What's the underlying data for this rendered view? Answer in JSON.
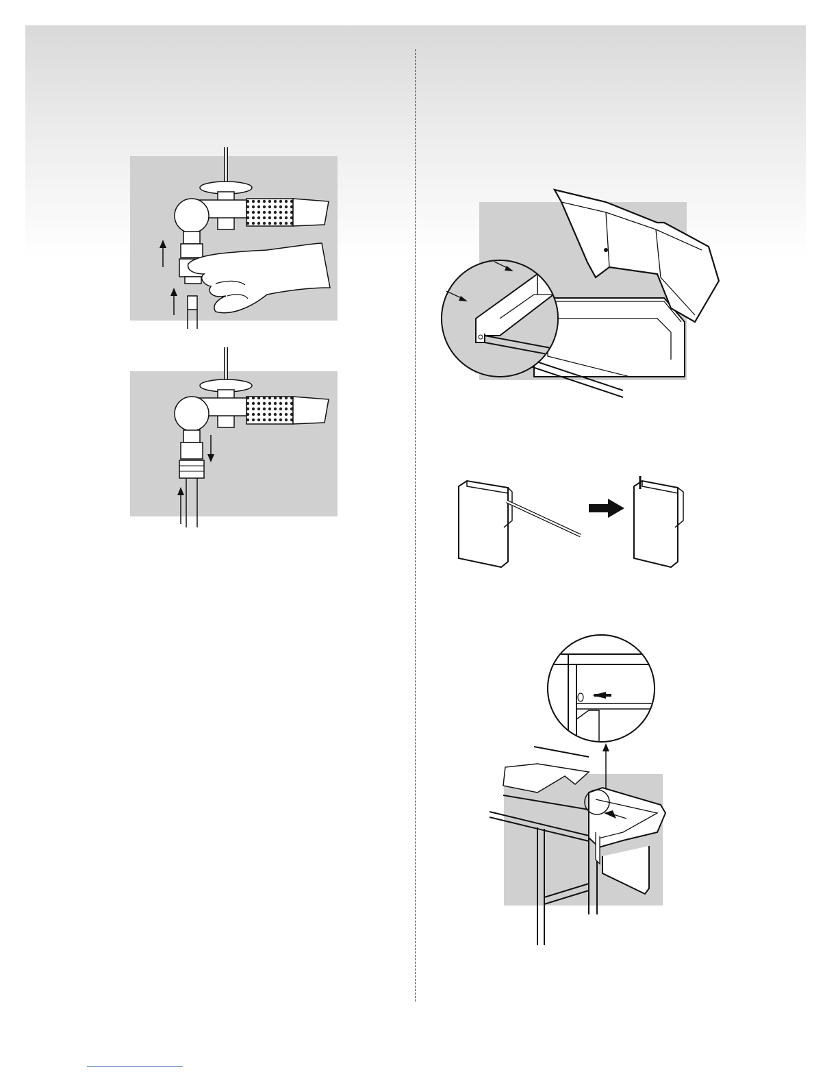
{
  "page": {
    "illustrations": [
      {
        "id": "valve-connect",
        "icon": "gas-valve-disconnect-illustration"
      },
      {
        "id": "valve-connected",
        "icon": "gas-valve-connect-illustration"
      },
      {
        "id": "grill-lid",
        "icon": "grill-hood-illustration"
      },
      {
        "id": "side-panel-pin",
        "icon": "side-panel-pin-illustration"
      },
      {
        "id": "cart-side-table",
        "icon": "cart-side-table-illustration"
      }
    ],
    "colors": {
      "panel": "#d0d0d0",
      "band_top": "#d9d9d9",
      "line": "#111111",
      "footer_rule": "#2f57a6"
    }
  }
}
